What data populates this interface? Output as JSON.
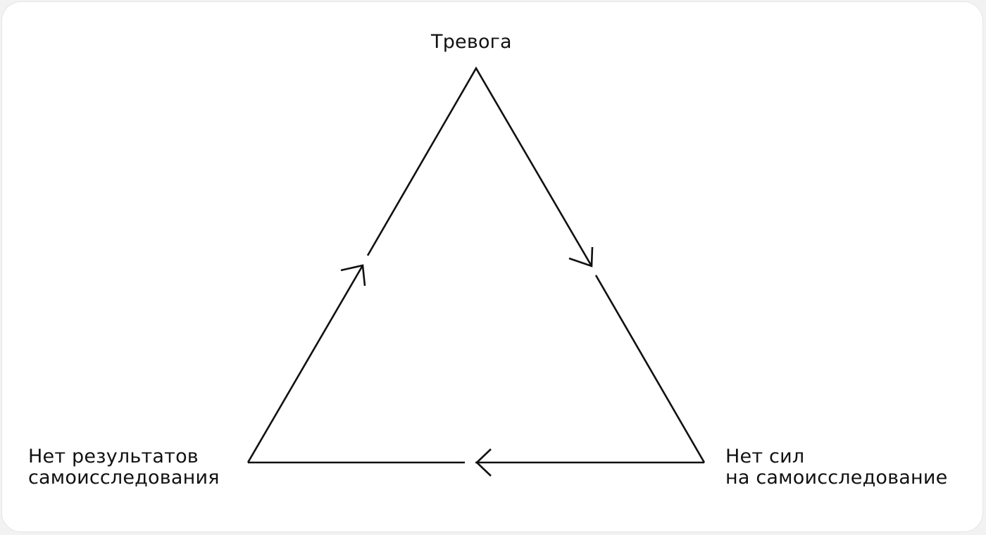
{
  "diagram": {
    "nodes": {
      "top": {
        "lines": [
          "Тревога"
        ]
      },
      "left": {
        "lines": [
          "Нет результатов",
          "самоисследования"
        ]
      },
      "right": {
        "lines": [
          "Нет сил",
          "на самоисследование"
        ]
      }
    },
    "edges": [
      {
        "from": "top",
        "to": "right"
      },
      {
        "from": "right",
        "to": "left"
      },
      {
        "from": "left",
        "to": "top"
      }
    ],
    "colors": {
      "stroke": "#111111",
      "text": "#111111",
      "background": "#ffffff"
    }
  }
}
